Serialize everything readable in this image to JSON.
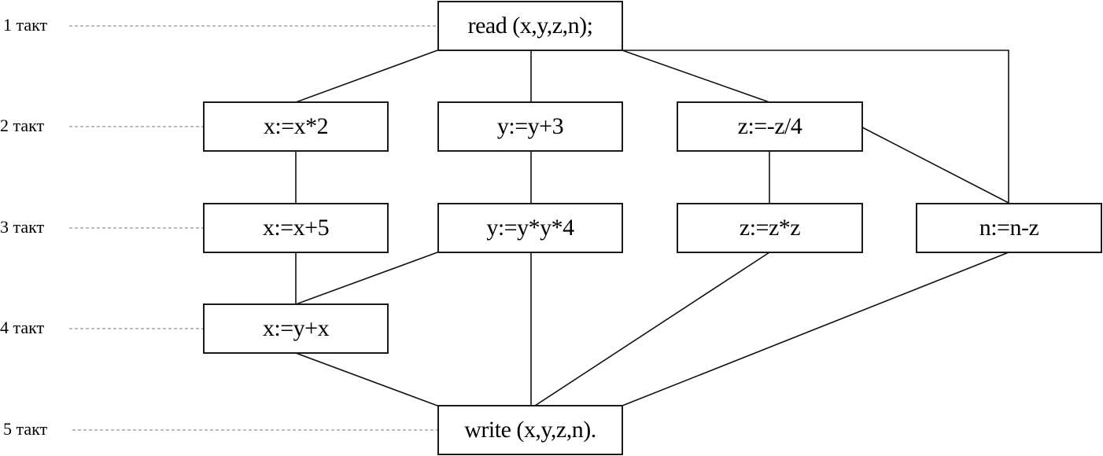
{
  "diagram": {
    "type": "parallel-schedule-graph",
    "tacts": [
      {
        "label": "1 такт"
      },
      {
        "label": "2 такт"
      },
      {
        "label": "3 такт"
      },
      {
        "label": "4 такт"
      },
      {
        "label": "5 такт"
      }
    ],
    "nodes": [
      {
        "id": "read",
        "label": "read (x,y,z,n);",
        "tact": 1
      },
      {
        "id": "x1",
        "label": "x:=x*2",
        "tact": 2
      },
      {
        "id": "y1",
        "label": "y:=y+3",
        "tact": 2
      },
      {
        "id": "z1",
        "label": "z:=-z/4",
        "tact": 2
      },
      {
        "id": "x2",
        "label": "x:=x+5",
        "tact": 3
      },
      {
        "id": "y2",
        "label": "y:=y*y*4",
        "tact": 3
      },
      {
        "id": "z2",
        "label": "z:=z*z",
        "tact": 3
      },
      {
        "id": "n1",
        "label": "n:=n-z",
        "tact": 3
      },
      {
        "id": "x3",
        "label": "x:=y+x",
        "tact": 4
      },
      {
        "id": "write",
        "label": "write (x,y,z,n).",
        "tact": 5
      }
    ],
    "edges": [
      {
        "from": "read",
        "to": "x1"
      },
      {
        "from": "read",
        "to": "y1"
      },
      {
        "from": "read",
        "to": "z1"
      },
      {
        "from": "read",
        "to": "n1"
      },
      {
        "from": "x1",
        "to": "x2"
      },
      {
        "from": "y1",
        "to": "y2"
      },
      {
        "from": "z1",
        "to": "z2"
      },
      {
        "from": "z1",
        "to": "n1"
      },
      {
        "from": "x2",
        "to": "x3"
      },
      {
        "from": "y2",
        "to": "x3"
      },
      {
        "from": "x3",
        "to": "write"
      },
      {
        "from": "y2",
        "to": "write"
      },
      {
        "from": "z2",
        "to": "write"
      },
      {
        "from": "n1",
        "to": "write"
      }
    ]
  }
}
